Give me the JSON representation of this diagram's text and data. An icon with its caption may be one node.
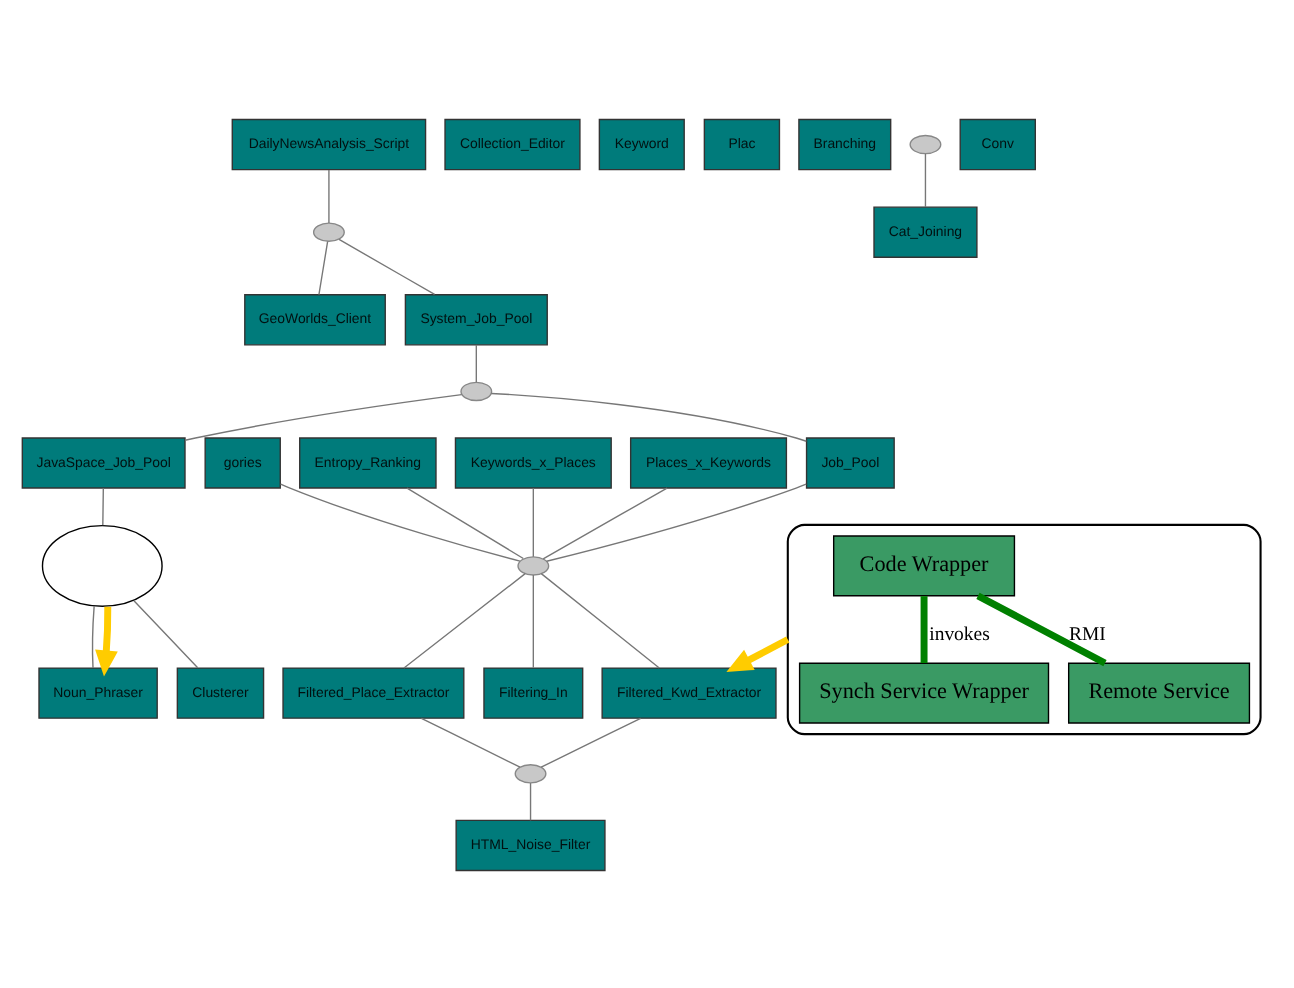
{
  "diagram": {
    "nodes": [
      {
        "text": [
          "DailyNewsAnalysis_Script"
        ]
      },
      {
        "text": [],
        "shape": "circle"
      },
      {
        "text": [
          "GeoWorlds_Client"
        ]
      },
      {
        "text": [
          "System_Job_Pool"
        ]
      },
      {
        "text": [],
        "shape": "circle"
      },
      {
        "text": [
          "Job_Pool"
        ]
      },
      {
        "text": [
          "JavaSpace_Job_Pool"
        ]
      },
      {
        "text": [
          "Collection_Editor"
        ]
      },
      {
        "text": [
          "Keyword"
        ]
      },
      {
        "text": [
          "Plac"
        ]
      },
      {
        "text": [
          "Branching"
        ]
      },
      {
        "text": [
          "Cat_Joining"
        ]
      },
      {
        "text": [],
        "shape": "circle"
      },
      {
        "text": [
          "Noun_Phraser"
        ]
      },
      {
        "text": [
          "Clusterer"
        ]
      },
      {
        "text": [
          "gories"
        ]
      },
      {
        "text": [
          "Conv"
        ]
      },
      {
        "text": [
          "Entropy_Ranking"
        ]
      },
      {
        "text": [
          "Keywords_x_Places"
        ]
      },
      {
        "text": [
          "Places_x_Keywords"
        ]
      },
      {
        "text": [],
        "shape": "circle"
      },
      {
        "text": [
          "Filtering_In"
        ]
      },
      {
        "text": [
          "Filtered_Kwd_Extractor"
        ]
      },
      {
        "text": [
          "Filtered_Place_Extractor"
        ]
      },
      {
        "text": [],
        "shape": "circle"
      },
      {
        "text": [
          "HTML_Noise_Filter"
        ]
      },
      {
        "text": [],
        "shape": "cloud"
      },
      {
        "text": [
          "Code Wrapper"
        ],
        "in": 26
      },
      {
        "text": [
          "Synch Service Wrapper"
        ],
        "in": 26
      },
      {
        "text": [
          "Remote Service"
        ],
        "in": 26
      },
      {
        "text": [],
        "shape": "cloud"
      }
    ],
    "edges": [
      {
        "from": 0,
        "to": 1,
        "arrow": "none"
      },
      {
        "from": 1,
        "to": 2,
        "arrow": "none"
      },
      {
        "from": 1,
        "to": 3,
        "arrow": "none"
      },
      {
        "from": 3,
        "to": 4,
        "arrow": "none"
      },
      {
        "from": 4,
        "to": 5,
        "arrow": "none"
      },
      {
        "from": 4,
        "to": 6,
        "arrow": "none"
      },
      {
        "from": 12,
        "to": 11,
        "arrow": "none"
      },
      {
        "from": 6,
        "to": 30,
        "arrow": "none"
      },
      {
        "from": 30,
        "to": 13,
        "arrow": "none"
      },
      {
        "from": 30,
        "to": 14,
        "arrow": "none"
      },
      {
        "from": 5,
        "to": 20,
        "arrow": "none"
      },
      {
        "from": 15,
        "to": 20,
        "arrow": "none"
      },
      {
        "from": 17,
        "to": 20,
        "arrow": "none"
      },
      {
        "from": 18,
        "to": 20,
        "arrow": "none"
      },
      {
        "from": 19,
        "to": 20,
        "arrow": "none"
      },
      {
        "from": 20,
        "to": 21,
        "arrow": "none"
      },
      {
        "from": 20,
        "to": 22,
        "arrow": "none"
      },
      {
        "from": 20,
        "to": 23,
        "arrow": "none"
      },
      {
        "from": 22,
        "to": 24,
        "arrow": "none"
      },
      {
        "from": 23,
        "to": 24,
        "arrow": "none"
      },
      {
        "from": 24,
        "to": 25,
        "arrow": "none"
      },
      {
        "from": 27,
        "to": 28,
        "label": "invokes",
        "arrow": "none",
        "style": "thick",
        "color": "#008000"
      },
      {
        "from": 27,
        "to": 29,
        "label": "RMI",
        "arrow": "none",
        "style": "thick",
        "color": "#008000"
      },
      {
        "from": 30,
        "to": 13,
        "arrow": "to",
        "style": "thick",
        "color": "#ffcc00"
      },
      {
        "from": 26,
        "to": 22,
        "arrow": "to",
        "style": "thick",
        "color": "#ffcc00"
      }
    ]
  }
}
